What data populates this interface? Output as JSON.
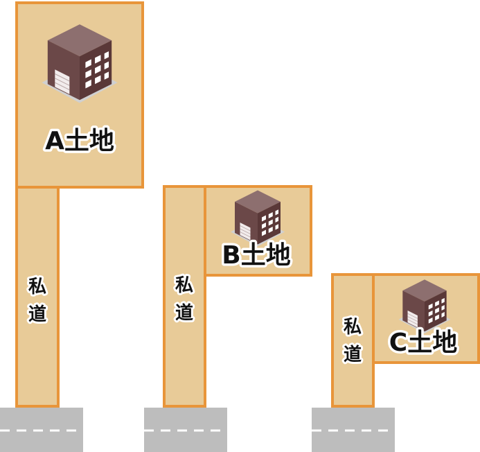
{
  "lots": [
    {
      "label": "A土地",
      "road_label": "私道"
    },
    {
      "label": "B土地",
      "road_label": "私道"
    },
    {
      "label": "C土地",
      "road_label": "私道"
    }
  ],
  "icons": {
    "building": "building-icon",
    "road": "road-icon"
  },
  "colors": {
    "plot_fill": "#e8cb98",
    "plot_border": "#e8953a",
    "road": "#bdbdbd",
    "road_dash": "#ffffff",
    "building_dark": "#5a3838",
    "building_mid": "#6b4848",
    "building_top": "#8d6f6f"
  }
}
